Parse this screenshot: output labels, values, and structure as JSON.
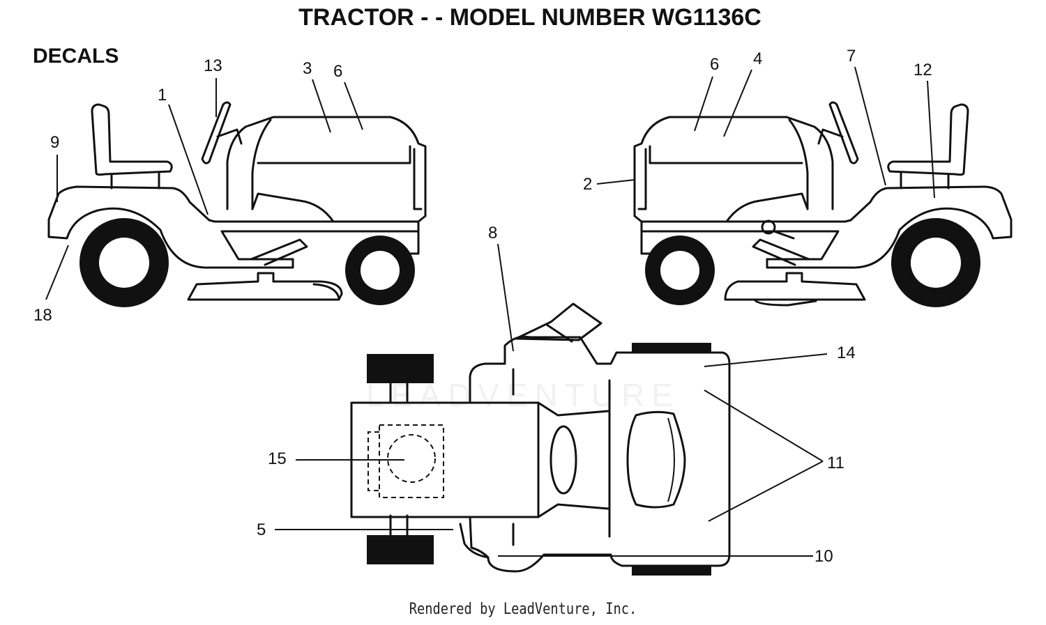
{
  "header": {
    "title": "TRACTOR - - MODEL NUMBER  WG1136C",
    "section": "DECALS"
  },
  "footer": {
    "credit": "Rendered by LeadVenture, Inc."
  },
  "watermark": {
    "text": "LEADVENTURE"
  },
  "callouts": {
    "c1": "1",
    "c2": "2",
    "c3": "3",
    "c4": "4",
    "c5": "5",
    "c6_left": "6",
    "c6_right": "6",
    "c7": "7",
    "c8": "8",
    "c9": "9",
    "c10": "10",
    "c11": "11",
    "c12": "12",
    "c13": "13",
    "c14": "14",
    "c15": "15",
    "c18": "18"
  },
  "colors": {
    "ink": "#111111",
    "background": "#ffffff",
    "watermark": "#f1f1f1"
  }
}
